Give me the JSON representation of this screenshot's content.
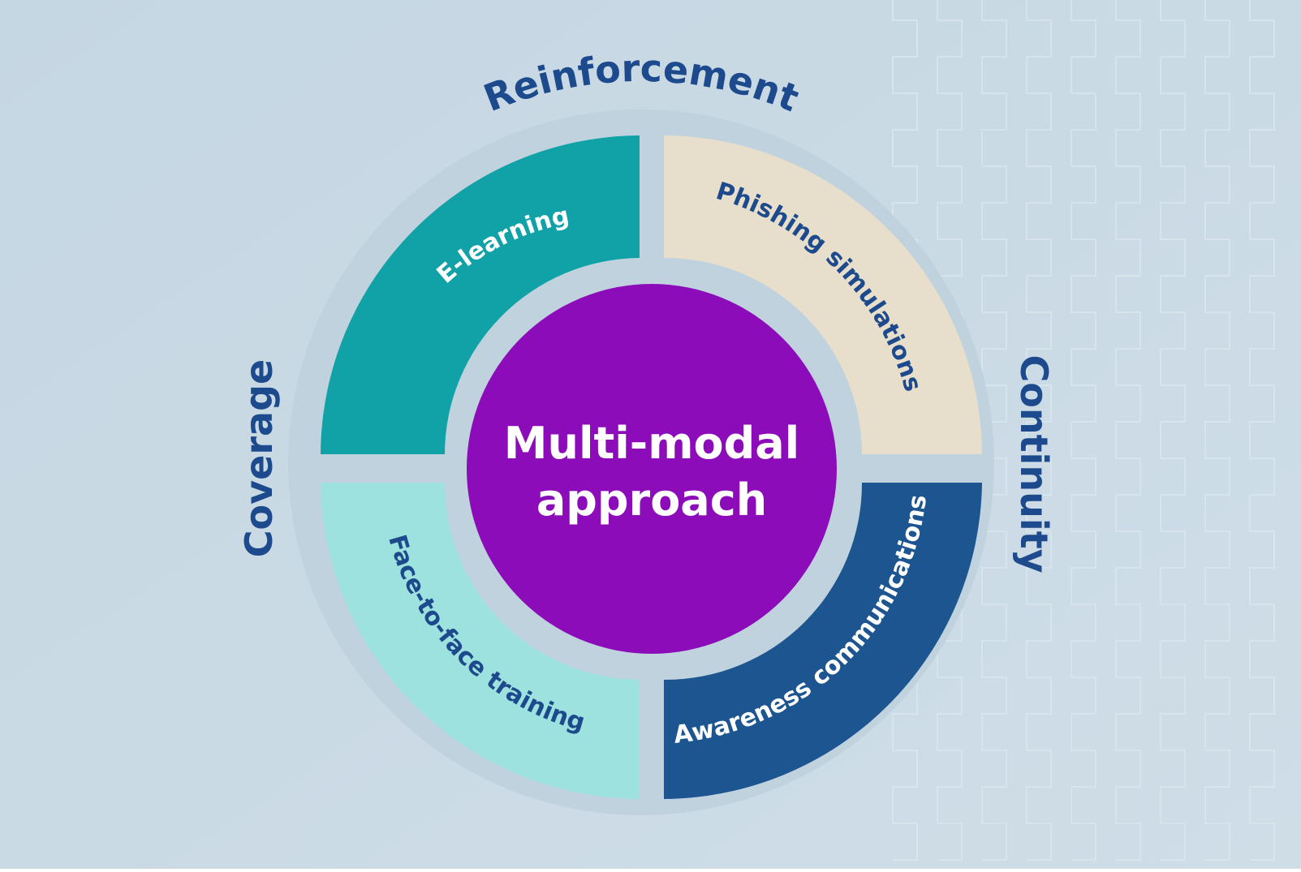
{
  "center": {
    "line1": "Multi-modal",
    "line2": "approach"
  },
  "outer_labels": {
    "top": "Reinforcement",
    "left": "Coverage",
    "right": "Continuity"
  },
  "segments": {
    "top_left": "E-learning",
    "top_right": "Phishing simulations",
    "bottom_left": "Face-to-face training",
    "bottom_right": "Awareness communications"
  },
  "colors": {
    "background": "#c8d8e3",
    "ring_shadow": "#c0d2de",
    "center": "#8b0cb8",
    "center_text": "#ffffff",
    "outer_text": "#1d4a8c",
    "seg_top_left": "#10a2a7",
    "seg_top_right": "#e7decb",
    "seg_bottom_left": "#9de2de",
    "seg_bottom_right": "#1d5591",
    "seg_text_light": "#ffffff",
    "seg_text_dark": "#1d4a8c"
  }
}
